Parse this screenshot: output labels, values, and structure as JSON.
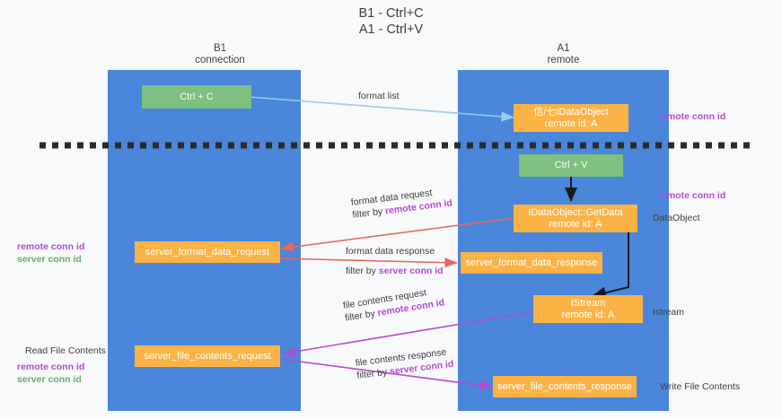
{
  "title": {
    "line1": "B1 - Ctrl+C",
    "line2": "A1 - Ctrl+V"
  },
  "columns": [
    {
      "name": "B1",
      "role": "connection"
    },
    {
      "name": "A1",
      "role": "remote"
    }
  ],
  "boxes": {
    "ctrl_c": "Ctrl + C",
    "ctrl_v": "Ctrl + V",
    "idataobject_top_l1": "信/七IDataObject",
    "idataobject_top_l2": "remote id: A",
    "getdata_l1": "IDataObject::GetData",
    "getdata_l2": "remote id: A",
    "istream_l1": "IStream",
    "istream_l2": "remote id: A",
    "server_format_data_request": "server_format_data_request",
    "server_format_data_response": "server_format_data_response",
    "server_file_contents_request": "server_file_contents_request",
    "server_file_contents_response": "server_file_contents_response"
  },
  "edges": {
    "format_list": "format list",
    "format_data_request": "format data request",
    "format_data_request_filter_prefix": "filter by ",
    "format_data_request_filter_key": "remote conn id",
    "format_data_response": "format data response",
    "format_data_response_filter_prefix": "filter by ",
    "format_data_response_filter_key": "server conn id",
    "file_contents_request": "file contents request",
    "file_contents_request_filter_prefix": "filter by ",
    "file_contents_request_filter_key": "remote conn id",
    "file_contents_response": "file contents response",
    "file_contents_response_filter_prefix": "filter by ",
    "file_contents_response_filter_key": "server conn id"
  },
  "annotations": {
    "right_remote_conn_id_top": "remote conn id",
    "right_remote_conn_id_mid": "remote conn id",
    "right_dataobject": "DataObject",
    "right_istream": "Istream",
    "right_write_file_contents": "Write File Contents",
    "left_mid_remote": "remote conn id",
    "left_mid_server": "server conn id",
    "left_read_file_contents": "Read File Contents",
    "left_bot_remote": "remote conn id",
    "left_bot_server": "server conn id"
  },
  "colors": {
    "lane": "#4a86d9",
    "green_box": "#7dc07f",
    "orange_box": "#fbb346",
    "arrow_blue": "#9ec9ef",
    "arrow_red": "#e8685f",
    "arrow_purple": "#b04bd6",
    "arrow_black": "#1a1a1a",
    "divider": "#2b2b2b",
    "key_purple": "#b04bd6",
    "key_green": "#6aab6d",
    "text": "#3c4043",
    "background": "#f8f9fa"
  }
}
